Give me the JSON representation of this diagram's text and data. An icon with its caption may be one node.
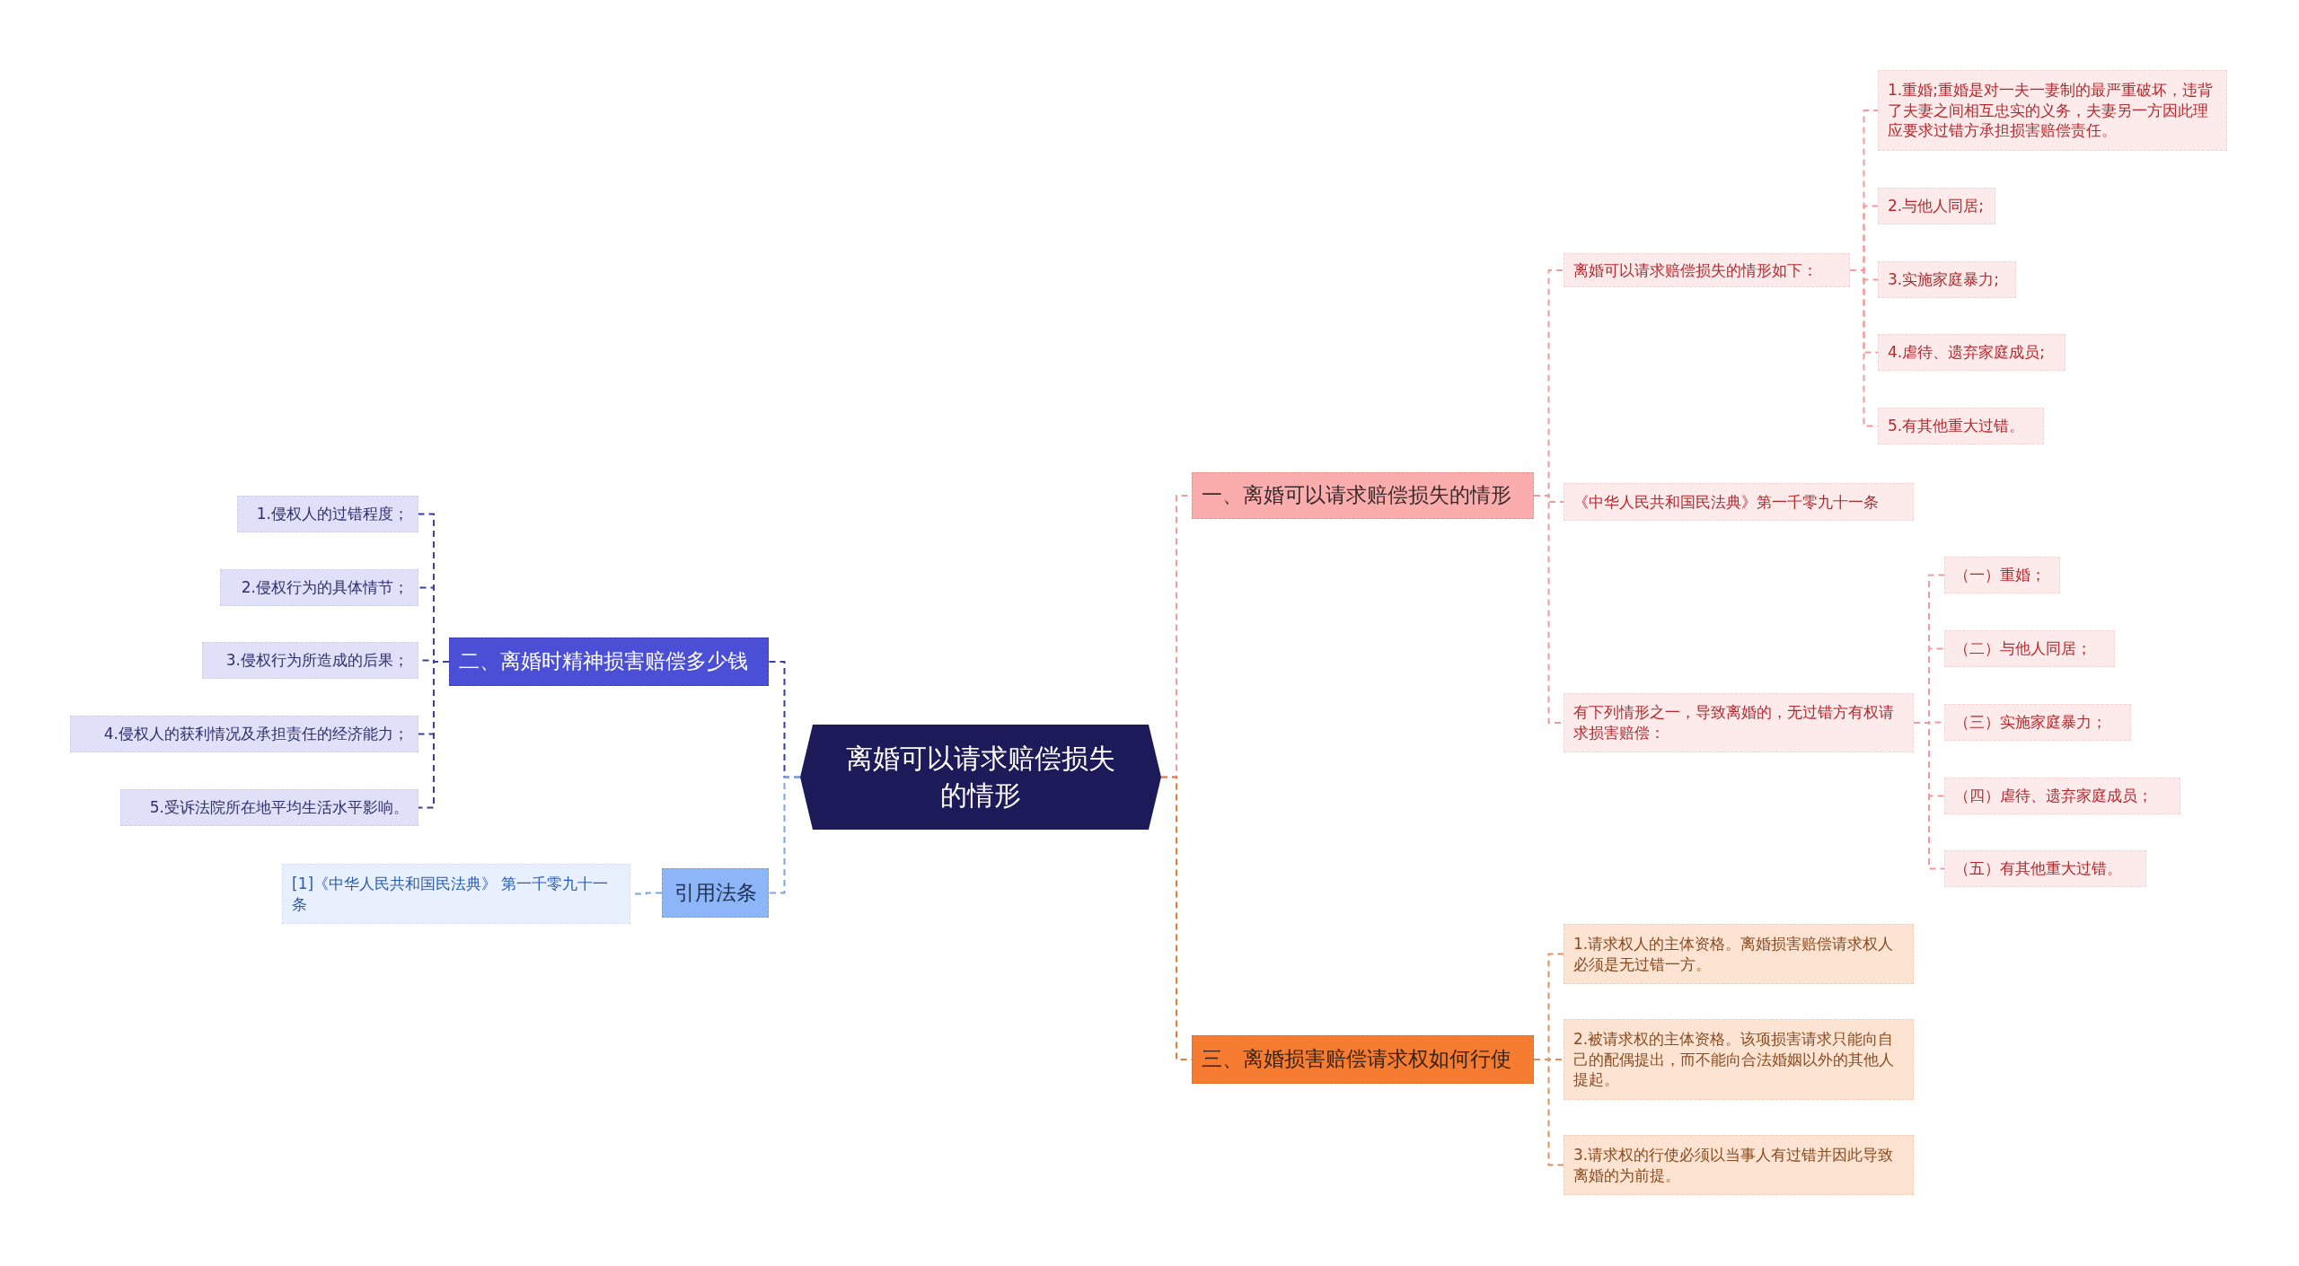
{
  "diagram": {
    "nodes": [
      {
        "text": [
          "离婚可以请求赔偿损失的情形"
        ]
      },
      {
        "text": [
          "一、离婚可以请求赔偿损失的情形"
        ]
      },
      {
        "text": [
          "离婚可以请求赔偿损失的情形如下："
        ]
      },
      {
        "text": [
          "1.重婚;重婚是对一夫一妻制的最严重破坏，违背了夫妻之间相互忠实的义务，夫妻另一方因此理应要求过错方承担损害赔偿责任。"
        ]
      },
      {
        "text": [
          "2.与他人同居;"
        ]
      },
      {
        "text": [
          "3.实施家庭暴力;"
        ]
      },
      {
        "text": [
          "4.虐待、遗弃家庭成员;"
        ]
      },
      {
        "text": [
          "5.有其他重大过错。"
        ]
      },
      {
        "text": [
          "《中华人民共和国民法典》第一千零九十一条"
        ]
      },
      {
        "text": [
          "有下列情形之一，导致离婚的，无过错方有权请求损害赔偿："
        ]
      },
      {
        "text": [
          "（一）重婚；"
        ]
      },
      {
        "text": [
          "（二）与他人同居；"
        ]
      },
      {
        "text": [
          "（三）实施家庭暴力；"
        ]
      },
      {
        "text": [
          "（四）虐待、遗弃家庭成员；"
        ]
      },
      {
        "text": [
          "（五）有其他重大过错。"
        ]
      },
      {
        "text": [
          "三、离婚损害赔偿请求权如何行使"
        ]
      },
      {
        "text": [
          "1.请求权人的主体资格。离婚损害赔偿请求权人必须是无过错一方。"
        ]
      },
      {
        "text": [
          "2.被请求权的主体资格。该项损害请求只能向自己的配偶提出，而不能向合法婚姻以外的其他人提起。"
        ]
      },
      {
        "text": [
          "3.请求权的行使必须以当事人有过错并因此导致离婚的为前提。"
        ]
      },
      {
        "text": [
          "二、离婚时精神损害赔偿多少钱"
        ]
      },
      {
        "text": [
          "1.侵权人的过错程度；"
        ]
      },
      {
        "text": [
          "2.侵权行为的具体情节；"
        ]
      },
      {
        "text": [
          "3.侵权行为所造成的后果；"
        ]
      },
      {
        "text": [
          "4.侵权人的获利情况及承担责任的经济能力；"
        ]
      },
      {
        "text": [
          "5.受诉法院所在地平均生活水平影响。"
        ]
      },
      {
        "text": [
          "引用法条"
        ]
      },
      {
        "text": [
          "[1]《中华人民共和国民法典》 第一千零九十一条"
        ]
      }
    ],
    "edges": [
      {
        "from": 0,
        "to": 1,
        "arrow": "none",
        "style": "dashed",
        "color": "#f19c9c"
      },
      {
        "from": 1,
        "to": 2,
        "arrow": "none",
        "style": "dashed",
        "color": "#f19c9c"
      },
      {
        "from": 2,
        "to": 3,
        "arrow": "none",
        "style": "dashed",
        "color": "#f19c9c"
      },
      {
        "from": 2,
        "to": 4,
        "arrow": "none",
        "style": "dashed",
        "color": "#f19c9c"
      },
      {
        "from": 2,
        "to": 5,
        "arrow": "none",
        "style": "dashed",
        "color": "#f19c9c"
      },
      {
        "from": 2,
        "to": 6,
        "arrow": "none",
        "style": "dashed",
        "color": "#f19c9c"
      },
      {
        "from": 2,
        "to": 7,
        "arrow": "none",
        "style": "dashed",
        "color": "#f19c9c"
      },
      {
        "from": 1,
        "to": 8,
        "arrow": "none",
        "style": "dashed",
        "color": "#f19c9c"
      },
      {
        "from": 1,
        "to": 9,
        "arrow": "none",
        "style": "dashed",
        "color": "#f19c9c"
      },
      {
        "from": 9,
        "to": 10,
        "arrow": "none",
        "style": "dashed",
        "color": "#f19c9c"
      },
      {
        "from": 9,
        "to": 11,
        "arrow": "none",
        "style": "dashed",
        "color": "#f19c9c"
      },
      {
        "from": 9,
        "to": 12,
        "arrow": "none",
        "style": "dashed",
        "color": "#f19c9c"
      },
      {
        "from": 9,
        "to": 13,
        "arrow": "none",
        "style": "dashed",
        "color": "#f19c9c"
      },
      {
        "from": 9,
        "to": 14,
        "arrow": "none",
        "style": "dashed",
        "color": "#f19c9c"
      },
      {
        "from": 0,
        "to": 15,
        "arrow": "none",
        "style": "dashed",
        "color": "#ee7a33"
      },
      {
        "from": 15,
        "to": 16,
        "arrow": "none",
        "style": "dashed",
        "color": "#e09060"
      },
      {
        "from": 15,
        "to": 17,
        "arrow": "none",
        "style": "dashed",
        "color": "#e09060"
      },
      {
        "from": 15,
        "to": 18,
        "arrow": "none",
        "style": "dashed",
        "color": "#e09060"
      },
      {
        "from": 0,
        "to": 19,
        "arrow": "none",
        "style": "dashed",
        "color": "#3b3f9e"
      },
      {
        "from": 19,
        "to": 20,
        "arrow": "none",
        "style": "dashed",
        "color": "#3b3f9e"
      },
      {
        "from": 19,
        "to": 21,
        "arrow": "none",
        "style": "dashed",
        "color": "#3b3f9e"
      },
      {
        "from": 19,
        "to": 22,
        "arrow": "none",
        "style": "dashed",
        "color": "#3b3f9e"
      },
      {
        "from": 19,
        "to": 23,
        "arrow": "none",
        "style": "dashed",
        "color": "#3b3f9e"
      },
      {
        "from": 19,
        "to": 24,
        "arrow": "none",
        "style": "dashed",
        "color": "#3b3f9e"
      },
      {
        "from": 0,
        "to": 25,
        "arrow": "none",
        "style": "dashed",
        "color": "#7aa6e8"
      },
      {
        "from": 25,
        "to": 26,
        "arrow": "none",
        "style": "dashed",
        "color": "#7aa6e8"
      }
    ]
  }
}
